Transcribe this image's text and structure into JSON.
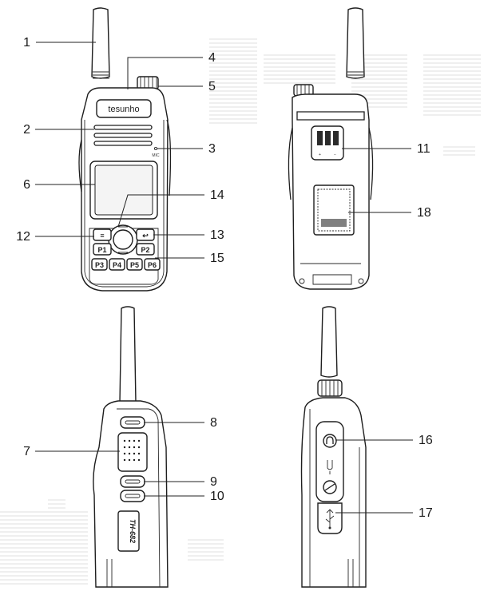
{
  "front_view": {
    "brand": "tesunho",
    "mic_label": "MIC",
    "buttons": {
      "menu": "≡",
      "back": "↩",
      "p1": "P1",
      "p2": "P2",
      "p3": "P3",
      "p4": "P4",
      "p5": "P5",
      "p6": "P6"
    }
  },
  "back_view": {
    "charge_labels": {
      "plus": "+",
      "minus": "−"
    }
  },
  "left_side_view": {
    "model": "TH-682"
  },
  "callouts": {
    "c1": "1",
    "c2": "2",
    "c3": "3",
    "c4": "4",
    "c5": "5",
    "c6": "6",
    "c7": "7",
    "c8": "8",
    "c9": "9",
    "c10": "10",
    "c11": "11",
    "c12": "12",
    "c13": "13",
    "c14": "14",
    "c15": "15",
    "c16": "16",
    "c17": "17",
    "c18": "18"
  }
}
